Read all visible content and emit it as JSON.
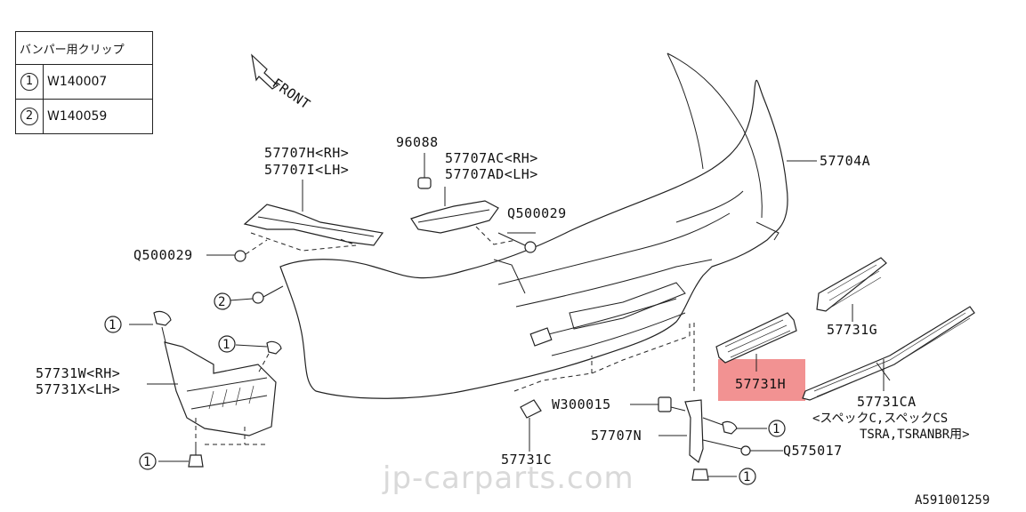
{
  "legend": {
    "header": "バンパー用クリップ",
    "rows": [
      {
        "key": "1",
        "part": "W140007"
      },
      {
        "key": "2",
        "part": "W140059"
      }
    ]
  },
  "front_label": "FRONT",
  "labels": {
    "p57707h": "57707H<RH>",
    "p57707i": "57707I<LH>",
    "p96088": "96088",
    "p57707ac": "57707AC<RH>",
    "p57707ad": "57707AD<LH>",
    "pq500029_right": "Q500029",
    "p57704a": "57704A",
    "pq500029_left": "Q500029",
    "p57731g": "57731G",
    "p57731w": "57731W<RH>",
    "p57731x": "57731X<LH>",
    "p57731h": "57731H",
    "p57731ca": "57731CA",
    "spec_note_1": "<スペックC,スペックCS",
    "spec_note_2": "TSRA,TSRANBR用>",
    "pw300015": "W300015",
    "p57707n": "57707N",
    "pq575017": "Q575017",
    "p57731c": "57731C"
  },
  "callouts": {
    "c1": "1",
    "c2": "2"
  },
  "highlight_color": "#f07f7f",
  "watermark": "jp-carparts.com",
  "drawing_number": "A591001259"
}
